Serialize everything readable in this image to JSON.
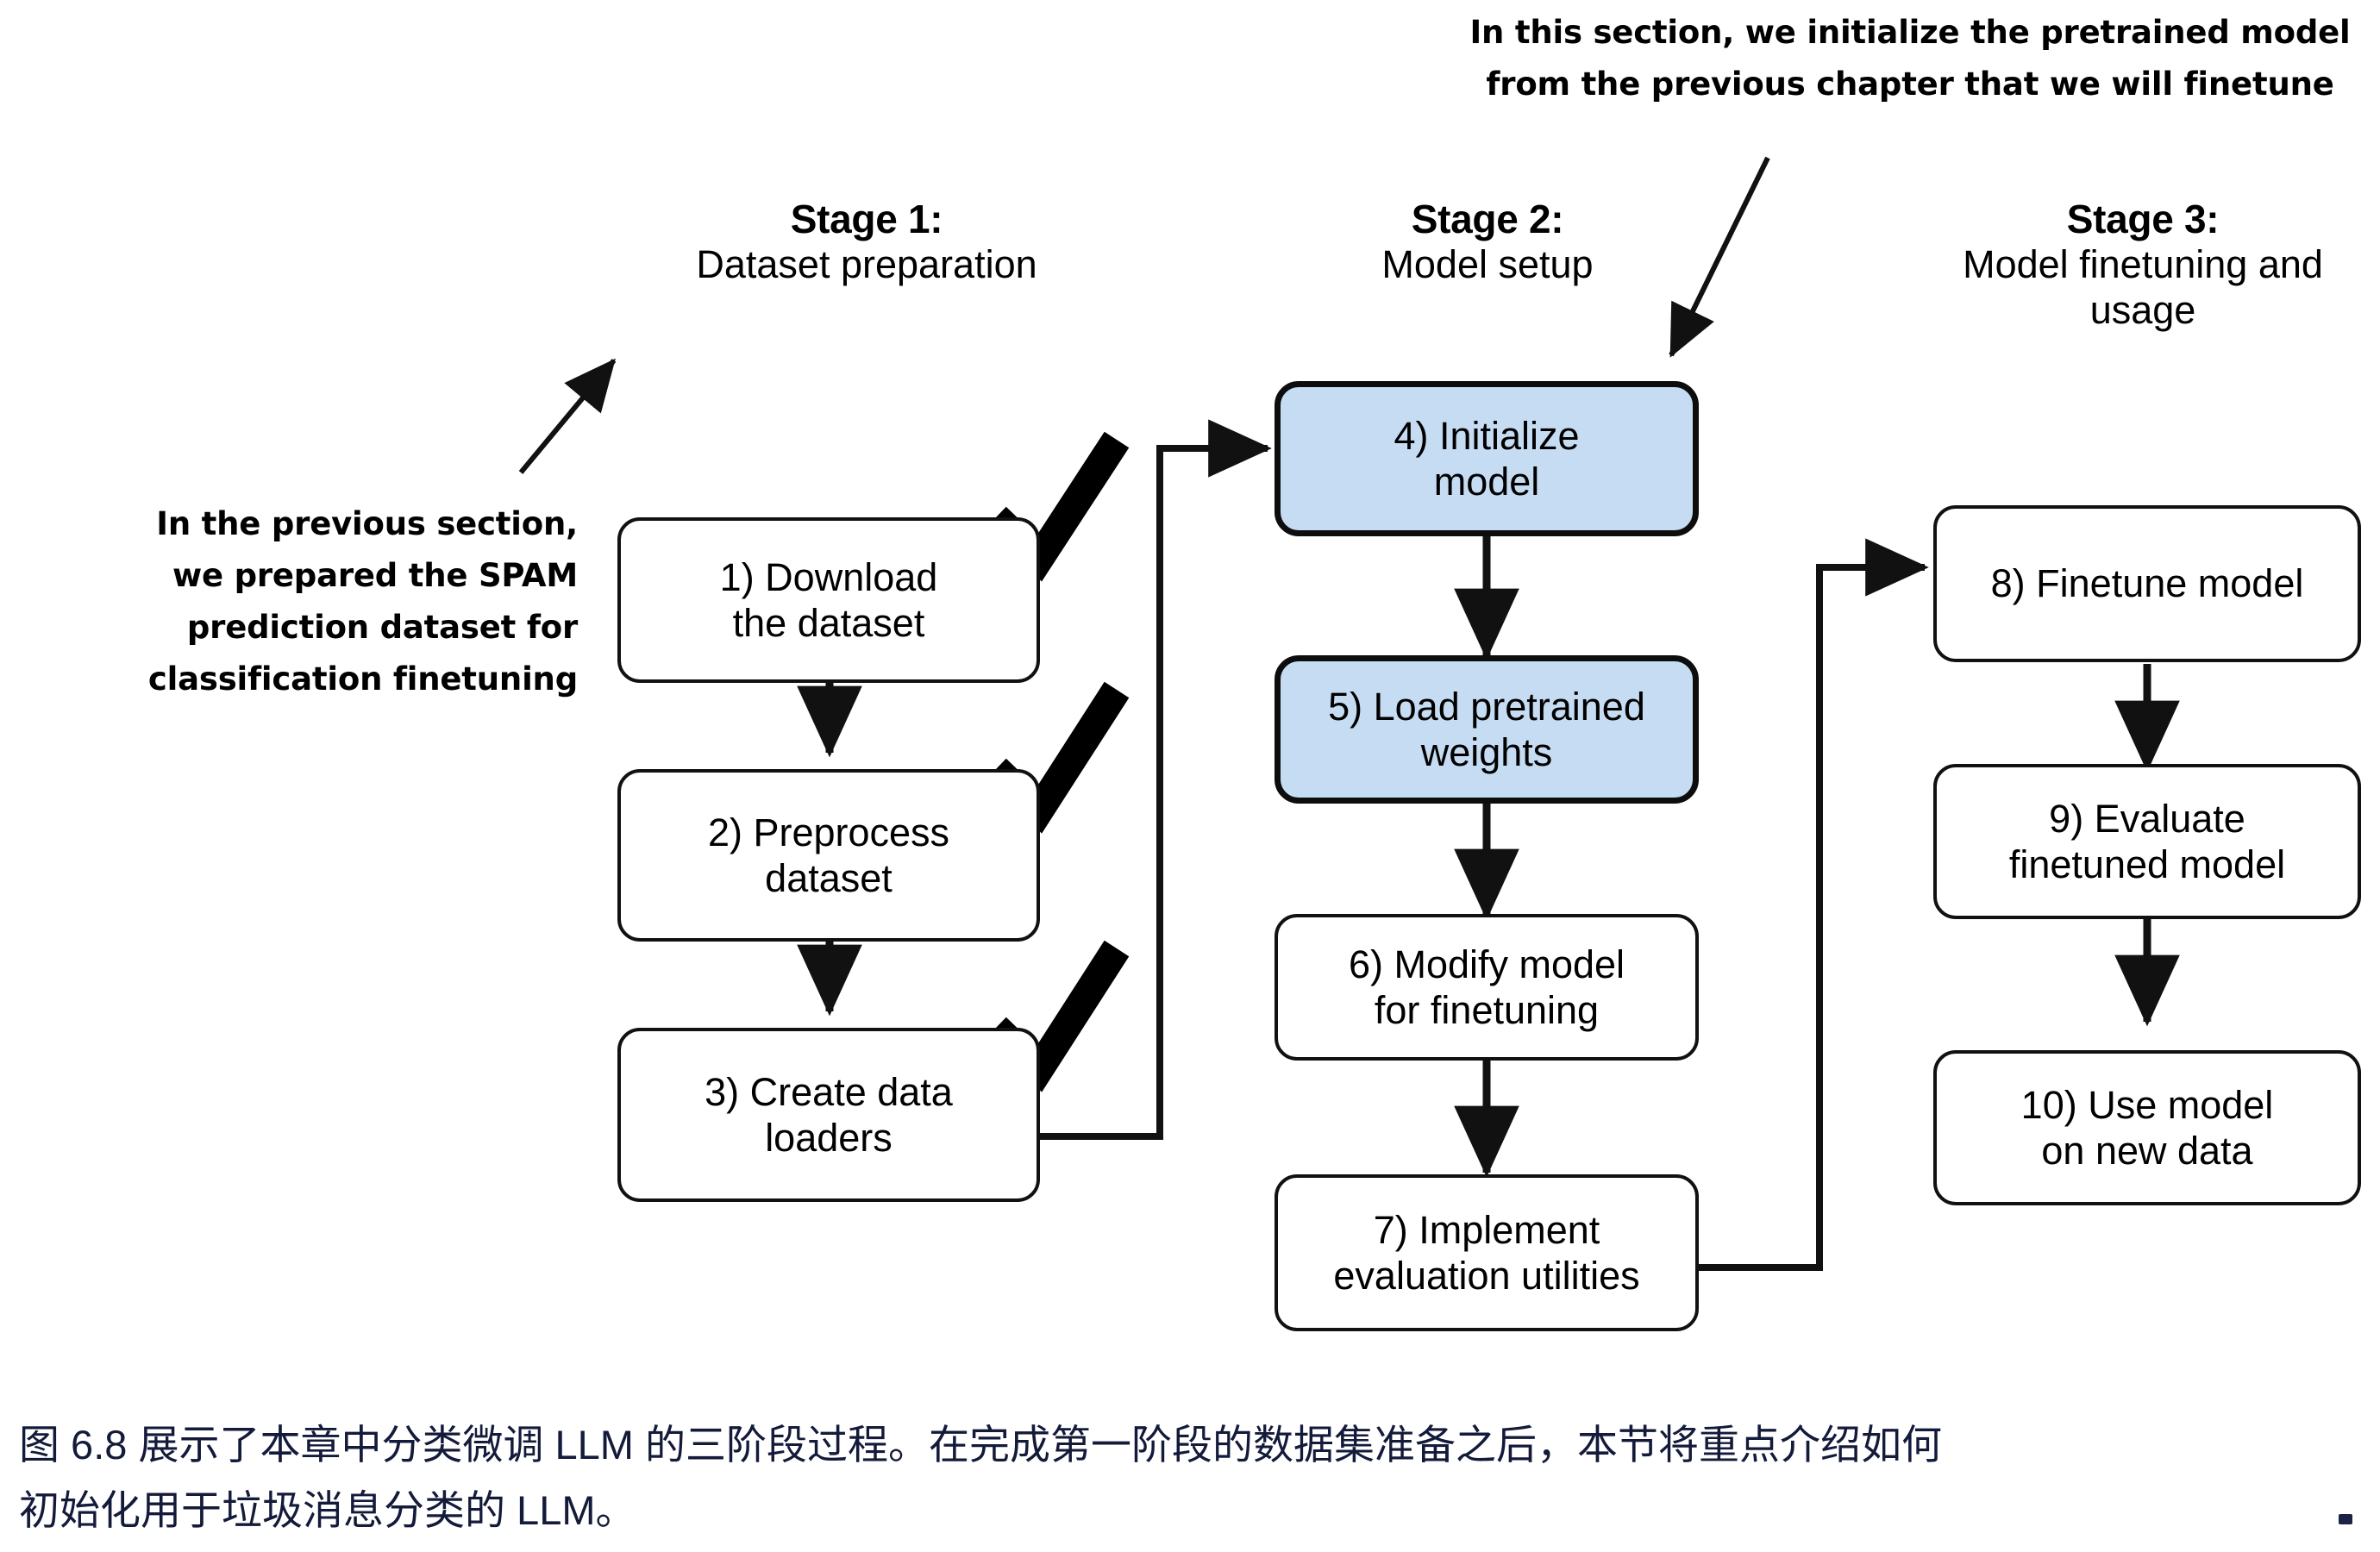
{
  "figure": {
    "title_id": "6.8",
    "stages": [
      {
        "id": "stage-1",
        "title": "Stage 1:",
        "subtitle": "Dataset preparation",
        "steps": [
          {
            "number": "1)",
            "label": "1) Download\nthe dataset",
            "done": true,
            "highlight": false
          },
          {
            "number": "2)",
            "label": "2) Preprocess\ndataset",
            "done": true,
            "highlight": false
          },
          {
            "number": "3)",
            "label": "3) Create data\nloaders",
            "done": true,
            "highlight": false
          }
        ]
      },
      {
        "id": "stage-2",
        "title": "Stage 2:",
        "subtitle": "Model setup",
        "steps": [
          {
            "number": "4)",
            "label": "4) Initialize\nmodel",
            "done": false,
            "highlight": true
          },
          {
            "number": "5)",
            "label": "5) Load pretrained\nweights",
            "done": false,
            "highlight": true
          },
          {
            "number": "6)",
            "label": "6) Modify model\nfor finetuning",
            "done": false,
            "highlight": false
          },
          {
            "number": "7)",
            "label": "7) Implement\nevaluation utilities",
            "done": false,
            "highlight": false
          }
        ]
      },
      {
        "id": "stage-3",
        "title": "Stage 3:",
        "subtitle": "Model finetuning\nand usage",
        "steps": [
          {
            "number": "8)",
            "label": "8) Finetune model",
            "done": false,
            "highlight": false
          },
          {
            "number": "9)",
            "label": "9) Evaluate\nfinetuned model",
            "done": false,
            "highlight": false
          },
          {
            "number": "10)",
            "label": "10) Use model\non new data",
            "done": false,
            "highlight": false
          }
        ]
      }
    ],
    "annotations": {
      "left": "In the previous section,\nwe prepared the SPAM\nprediction dataset for\nclassification finetuning",
      "top_right": "In this section, we initialize the pretrained model\nfrom the previous chapter that we will finetune"
    },
    "colors": {
      "highlight_fill": "#c6dcf3",
      "stroke": "#111111",
      "caption_text": "#131a3a",
      "background": "#ffffff"
    }
  },
  "caption": {
    "text": "图 6.8 展示了本章中分类微调 LLM 的三阶段过程。在完成第一阶段的数据集准备之后，本节将重点介绍如何\n初始化用于垃圾消息分类的 LLM。"
  }
}
